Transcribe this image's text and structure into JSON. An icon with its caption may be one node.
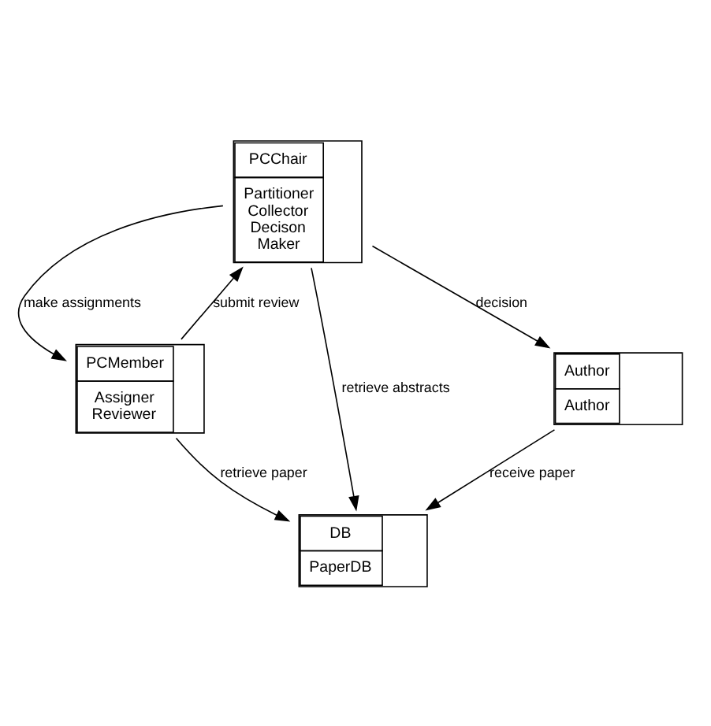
{
  "diagram": {
    "nodes": [
      {
        "text": [
          "PCChair",
          "Partitioner Collector Decison Maker"
        ]
      },
      {
        "text": [
          "PCMember",
          "Assigner Reviewer"
        ]
      },
      {
        "text": [
          "DB",
          "PaperDB"
        ]
      },
      {
        "text": [
          "Author",
          "Author"
        ]
      }
    ],
    "edges": [
      {
        "from": 0,
        "to": 1,
        "label": "make assignments",
        "arrow": "to"
      },
      {
        "from": 1,
        "to": 0,
        "label": "submit review",
        "arrow": "to"
      },
      {
        "from": 0,
        "to": 2,
        "label": "retrieve abstracts",
        "arrow": "to"
      },
      {
        "from": 1,
        "to": 2,
        "label": "retrieve paper",
        "arrow": "to"
      },
      {
        "from": 0,
        "to": 3,
        "label": "decision",
        "arrow": "to"
      },
      {
        "from": 3,
        "to": 2,
        "label": "receive paper",
        "arrow": "to"
      }
    ]
  }
}
